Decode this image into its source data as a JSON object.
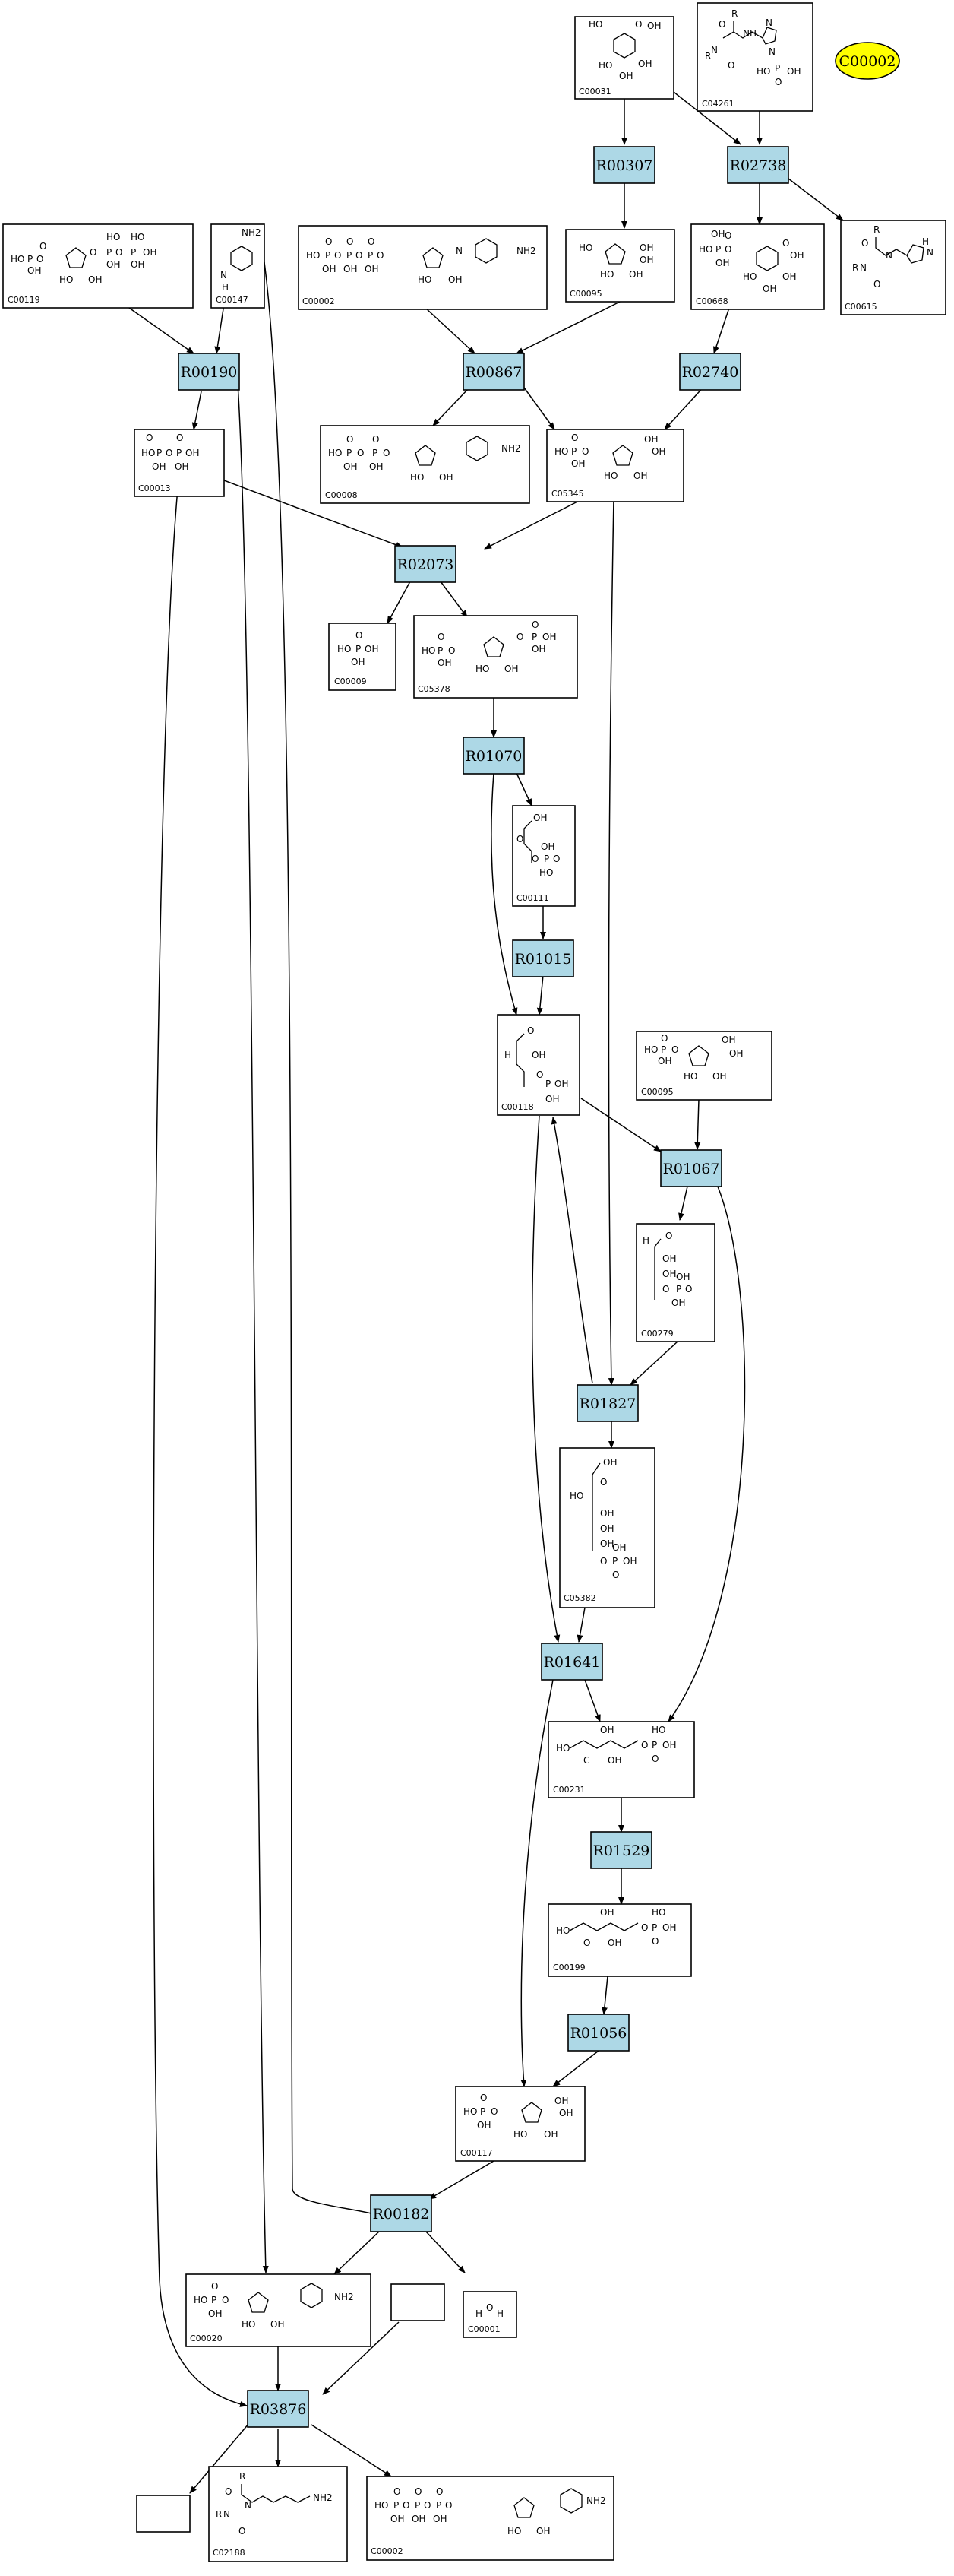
{
  "colors": {
    "reaction_fill": "#add8e6",
    "map_node_fill": "#ffff00",
    "stroke": "#000000"
  },
  "map_node": {
    "label": "C00002"
  },
  "compounds": [
    {
      "id": "C00031",
      "label": "C00031"
    },
    {
      "id": "C04261",
      "label": "C04261"
    },
    {
      "id": "C00119",
      "label": "C00119"
    },
    {
      "id": "C00147",
      "label": "C00147"
    },
    {
      "id": "C00002a",
      "label": "C00002"
    },
    {
      "id": "C00095a",
      "label": "C00095"
    },
    {
      "id": "C00668",
      "label": "C00668"
    },
    {
      "id": "C00615",
      "label": "C00615"
    },
    {
      "id": "C00013",
      "label": "C00013"
    },
    {
      "id": "C00008",
      "label": "C00008"
    },
    {
      "id": "C05345",
      "label": "C05345"
    },
    {
      "id": "C00009",
      "label": "C00009"
    },
    {
      "id": "C05378",
      "label": "C05378"
    },
    {
      "id": "C00111",
      "label": "C00111"
    },
    {
      "id": "C00118",
      "label": "C00118"
    },
    {
      "id": "C00095b",
      "label": "C00095"
    },
    {
      "id": "C00279",
      "label": "C00279"
    },
    {
      "id": "C05382",
      "label": "C05382"
    },
    {
      "id": "C00231",
      "label": "C00231"
    },
    {
      "id": "C00199",
      "label": "C00199"
    },
    {
      "id": "C00117",
      "label": "C00117"
    },
    {
      "id": "C00020",
      "label": "C00020"
    },
    {
      "id": "C00001",
      "label": "C00001"
    },
    {
      "id": "BLANK1",
      "label": ""
    },
    {
      "id": "BLANK2",
      "label": ""
    },
    {
      "id": "C02188",
      "label": "C02188"
    },
    {
      "id": "C00002b",
      "label": "C00002"
    }
  ],
  "reactions": [
    {
      "id": "R00307",
      "label": "R00307"
    },
    {
      "id": "R02738",
      "label": "R02738"
    },
    {
      "id": "R00190",
      "label": "R00190"
    },
    {
      "id": "R00867",
      "label": "R00867"
    },
    {
      "id": "R02740",
      "label": "R02740"
    },
    {
      "id": "R02073",
      "label": "R02073"
    },
    {
      "id": "R01070",
      "label": "R01070"
    },
    {
      "id": "R01015",
      "label": "R01015"
    },
    {
      "id": "R01067",
      "label": "R01067"
    },
    {
      "id": "R01827",
      "label": "R01827"
    },
    {
      "id": "R01641",
      "label": "R01641"
    },
    {
      "id": "R01529",
      "label": "R01529"
    },
    {
      "id": "R01056",
      "label": "R01056"
    },
    {
      "id": "R00182",
      "label": "R00182"
    },
    {
      "id": "R03876",
      "label": "R03876"
    }
  ]
}
